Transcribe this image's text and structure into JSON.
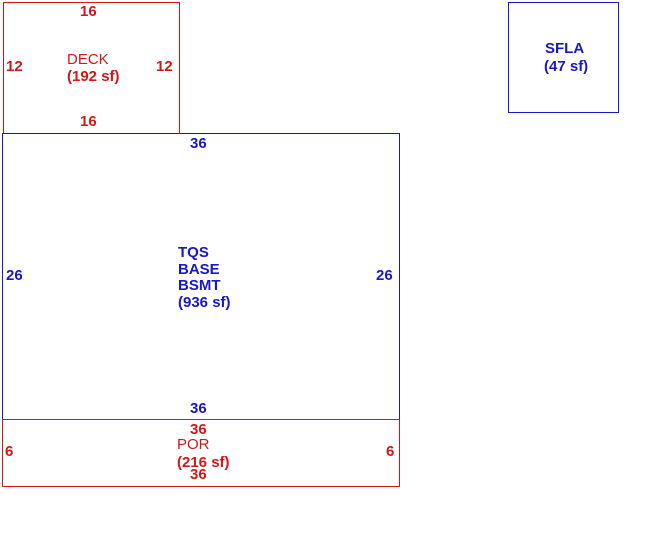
{
  "colors": {
    "red": "#d01818",
    "blue": "#1818c8",
    "background": "#ffffff"
  },
  "deck": {
    "name": "DECK",
    "area": "(192 sf)",
    "top": "16",
    "bottom": "16",
    "left": "12",
    "right": "12"
  },
  "sfla": {
    "name": "SFLA",
    "area": "(47 sf)"
  },
  "tqs": {
    "lines": [
      "TQS",
      "BASE",
      "BSMT",
      "(936 sf)"
    ],
    "top": "36",
    "bottom": "36",
    "left": "26",
    "right": "26"
  },
  "por": {
    "name": "POR",
    "area": "(216 sf)",
    "top": "36",
    "bottom": "36",
    "left": "6",
    "right": "6"
  }
}
